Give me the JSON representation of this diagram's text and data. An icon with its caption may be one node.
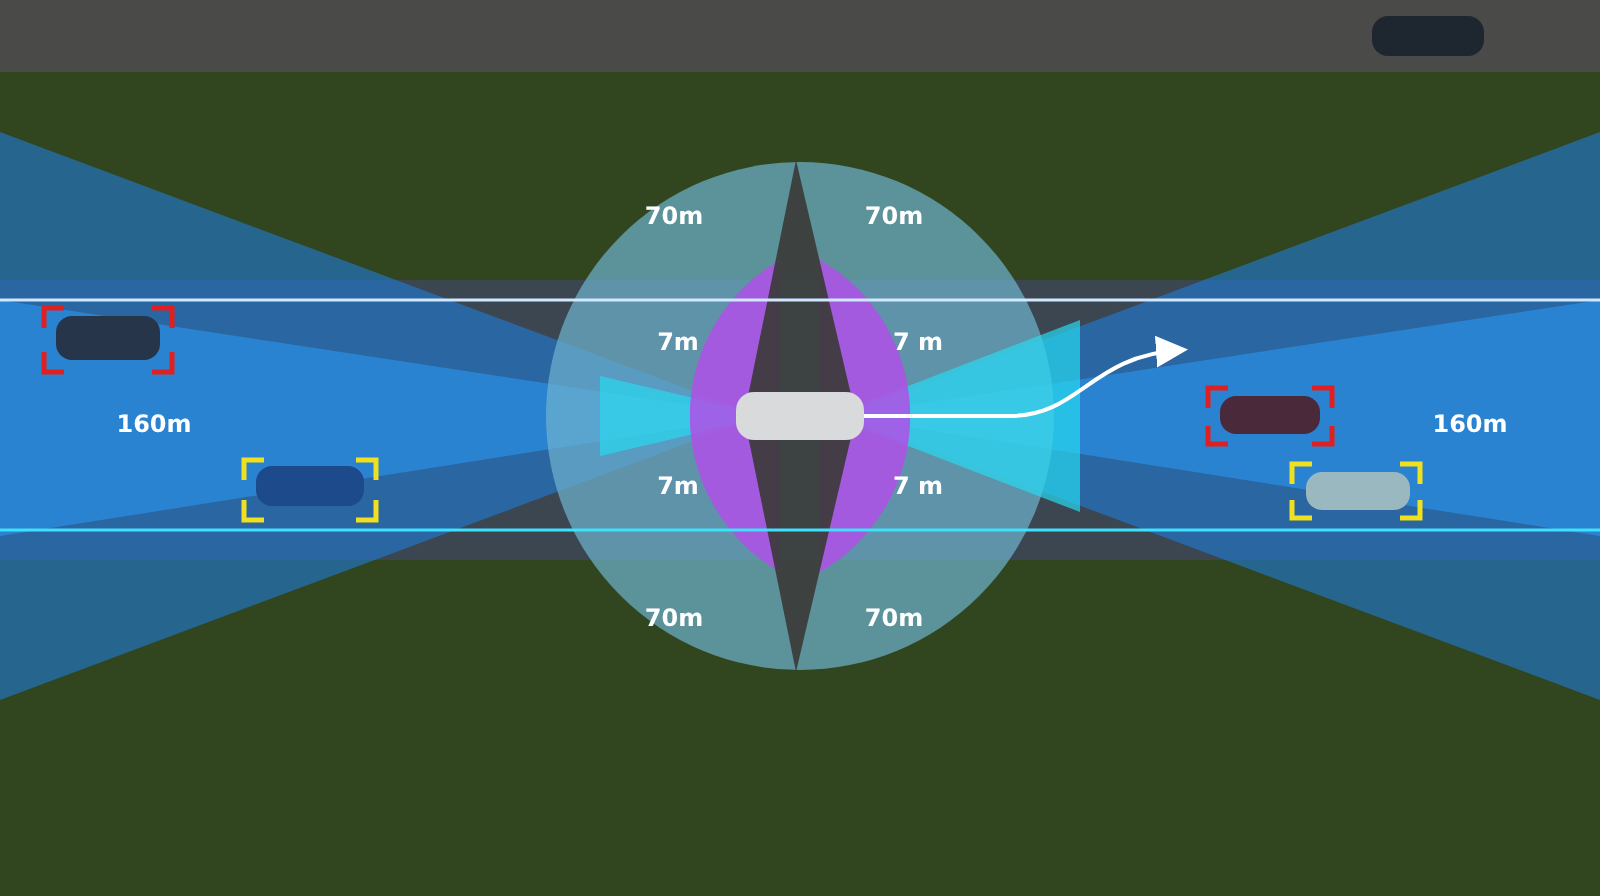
{
  "diagram": {
    "nodes": [
      {
        "text": [],
        "shape": "sector"
      },
      {
        "text": [],
        "shape": "sector"
      }
    ],
    "labels": [
      "70m",
      "70m",
      "7m",
      "7 m",
      "160m",
      "160m",
      "7m",
      "7 m",
      "70m",
      "70m"
    ]
  }
}
